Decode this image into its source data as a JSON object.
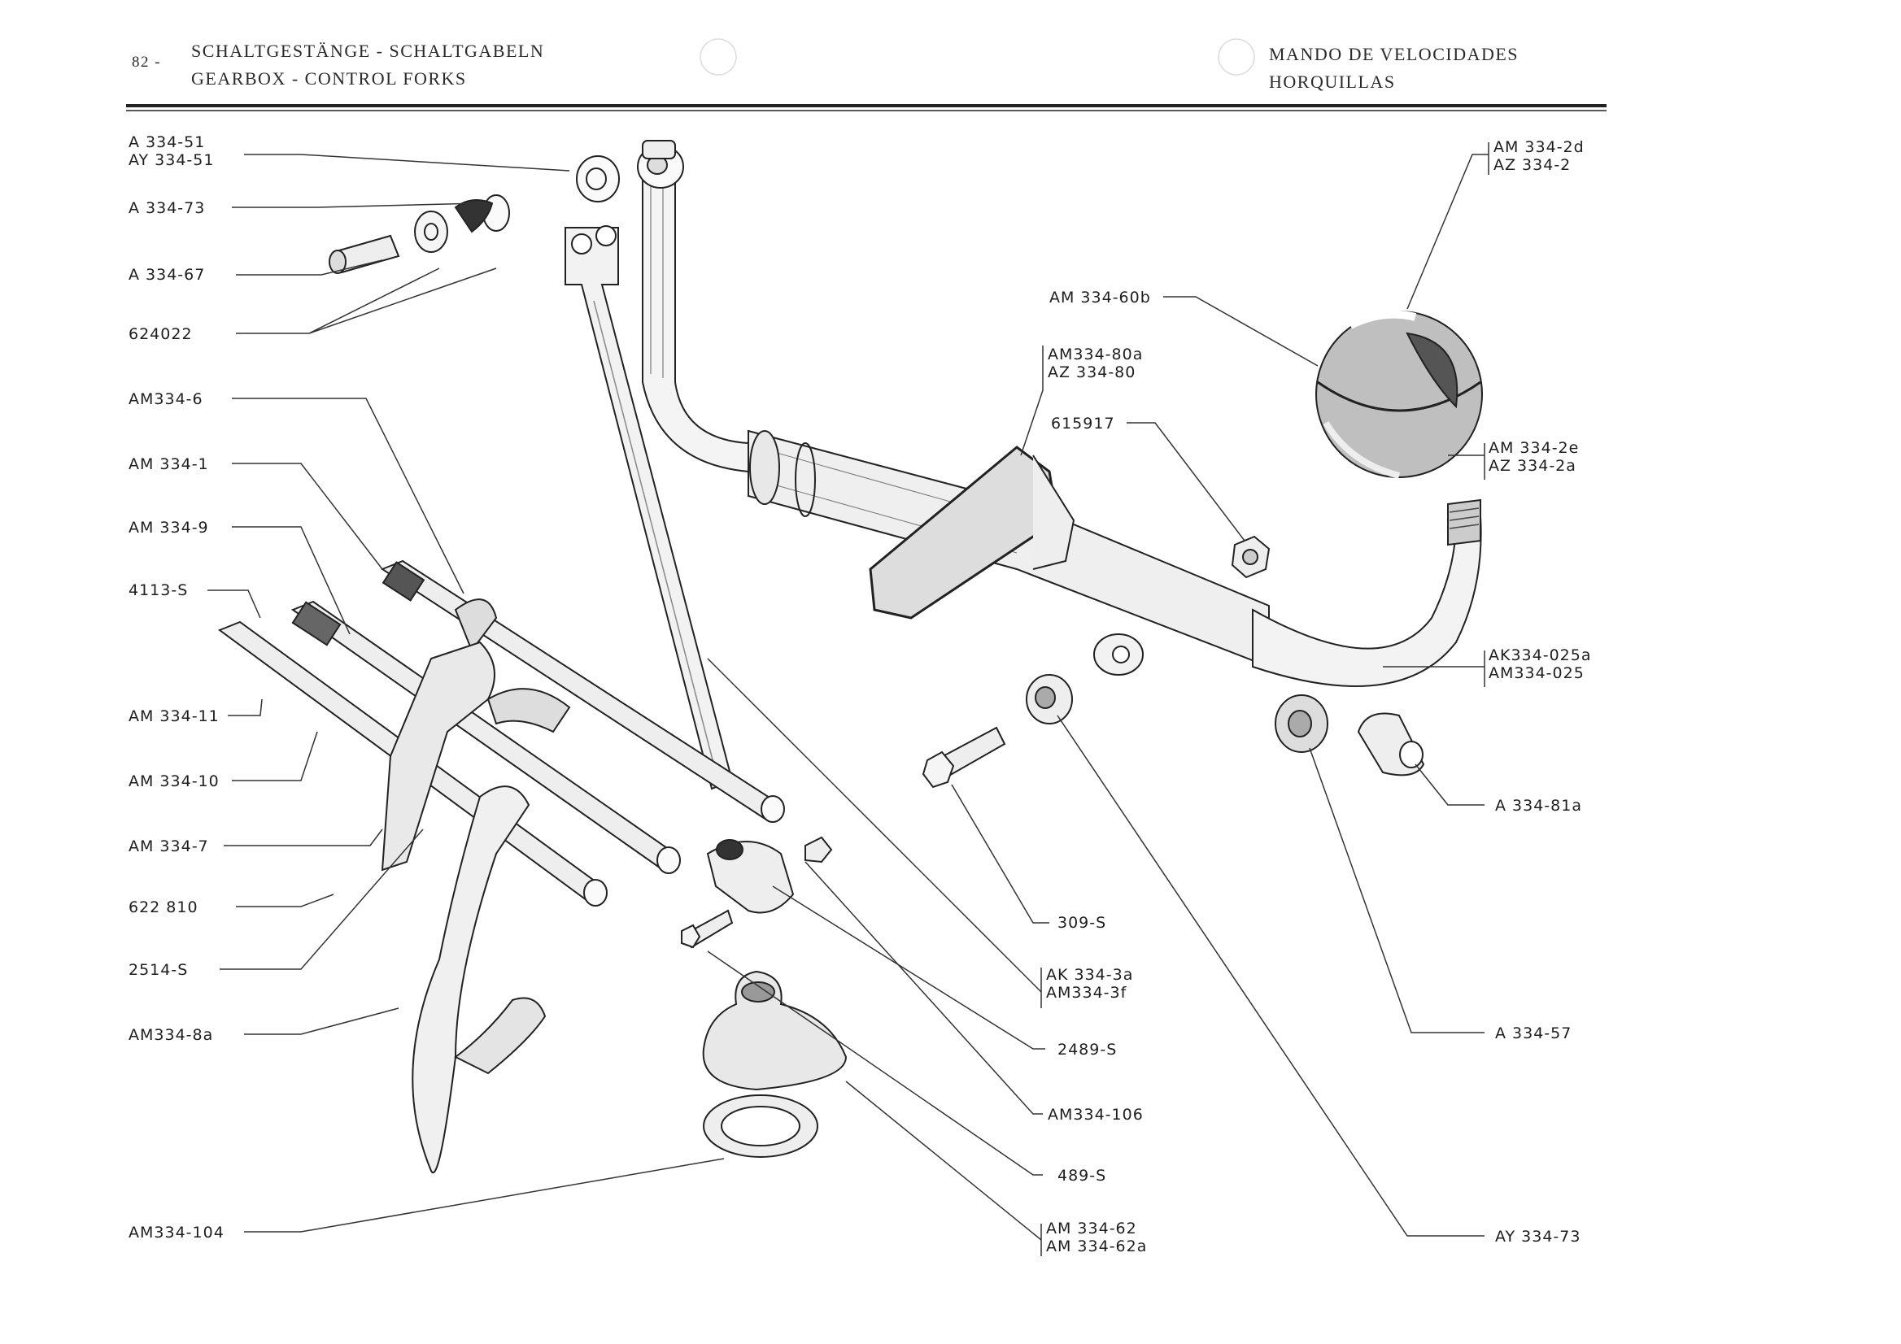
{
  "header": {
    "page_number": "82 -",
    "title_de": "SCHALTGESTÄNGE - SCHALTGABELN",
    "title_en": "GEARBOX - CONTROL FORKS",
    "title_es_1": "MANDO DE VELOCIDADES",
    "title_es_2": "HORQUILLAS"
  },
  "labels_left": [
    {
      "id": "a-334-51",
      "lines": [
        "A  334-51",
        "AY 334-51"
      ]
    },
    {
      "id": "a-334-73",
      "lines": [
        "A  334-73"
      ]
    },
    {
      "id": "a-334-67",
      "lines": [
        "A  334-67"
      ]
    },
    {
      "id": "624022",
      "lines": [
        "624022"
      ]
    },
    {
      "id": "am334-6",
      "lines": [
        "AM334-6"
      ]
    },
    {
      "id": "am-334-1",
      "lines": [
        "AM 334-1"
      ]
    },
    {
      "id": "am-334-9",
      "lines": [
        "AM 334-9"
      ]
    },
    {
      "id": "4113-s",
      "lines": [
        "4113-S"
      ]
    },
    {
      "id": "am-334-11",
      "lines": [
        "AM 334-11"
      ]
    },
    {
      "id": "am-334-10",
      "lines": [
        "AM 334-10"
      ]
    },
    {
      "id": "am-334-7",
      "lines": [
        "AM 334-7"
      ]
    },
    {
      "id": "622810",
      "lines": [
        "622 810"
      ]
    },
    {
      "id": "2514-s",
      "lines": [
        "2514-S"
      ]
    },
    {
      "id": "am334-8a",
      "lines": [
        "AM334-8a"
      ]
    },
    {
      "id": "am334-104",
      "lines": [
        "AM334-104"
      ]
    }
  ],
  "labels_center": [
    {
      "id": "am-334-60b",
      "lines": [
        "AM 334-60b"
      ]
    },
    {
      "id": "am334-80a",
      "lines": [
        "AM334-80a",
        "AZ 334-80"
      ]
    },
    {
      "id": "615917",
      "lines": [
        "615917"
      ]
    },
    {
      "id": "309-s",
      "lines": [
        "309-S"
      ]
    },
    {
      "id": "ak-334-3a",
      "lines": [
        "AK 334-3a",
        "AM334-3f"
      ]
    },
    {
      "id": "2489-s",
      "lines": [
        "2489-S"
      ]
    },
    {
      "id": "am334-106",
      "lines": [
        "AM334-106"
      ]
    },
    {
      "id": "489-s",
      "lines": [
        "489-S"
      ]
    },
    {
      "id": "am-334-62",
      "lines": [
        "AM 334-62",
        "AM 334-62a"
      ]
    }
  ],
  "labels_right": [
    {
      "id": "am-334-2d",
      "lines": [
        "AM 334-2d",
        "AZ 334-2"
      ]
    },
    {
      "id": "am-334-2e",
      "lines": [
        "AM 334-2e",
        "AZ 334-2a"
      ]
    },
    {
      "id": "ak334-025a",
      "lines": [
        "AK334-025a",
        "AM334-025"
      ]
    },
    {
      "id": "a-334-81a",
      "lines": [
        "A 334-81a"
      ]
    },
    {
      "id": "a-334-57",
      "lines": [
        "A 334-57"
      ]
    },
    {
      "id": "ay-334-73",
      "lines": [
        "AY 334-73"
      ]
    }
  ]
}
